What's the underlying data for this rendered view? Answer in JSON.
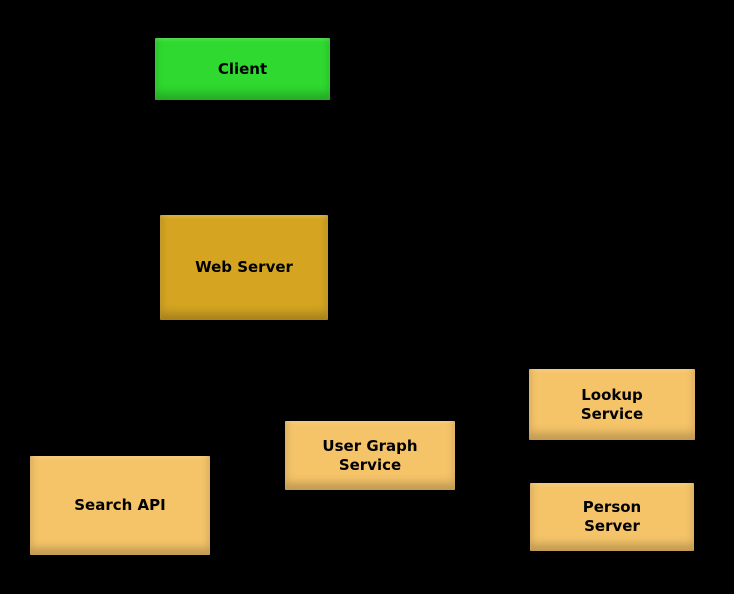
{
  "diagram": {
    "background_color": "#000000",
    "text_color": "#000000",
    "nodes": [
      {
        "id": "client",
        "label": "Client",
        "color": "#2fd92f",
        "shape": "rectangle"
      },
      {
        "id": "web-server",
        "label": "Web Server",
        "color": "#d5a522",
        "shape": "rectangle"
      },
      {
        "id": "lookup",
        "label": "Lookup\nService",
        "color": "#f5c469",
        "shape": "rectangle"
      },
      {
        "id": "user-graph",
        "label": "User Graph\nService",
        "color": "#f5c469",
        "shape": "rectangle"
      },
      {
        "id": "search-api",
        "label": "Search API",
        "color": "#f5c469",
        "shape": "rectangle"
      },
      {
        "id": "person-server",
        "label": "Person\nServer",
        "color": "#f5c469",
        "shape": "rectangle"
      }
    ]
  }
}
